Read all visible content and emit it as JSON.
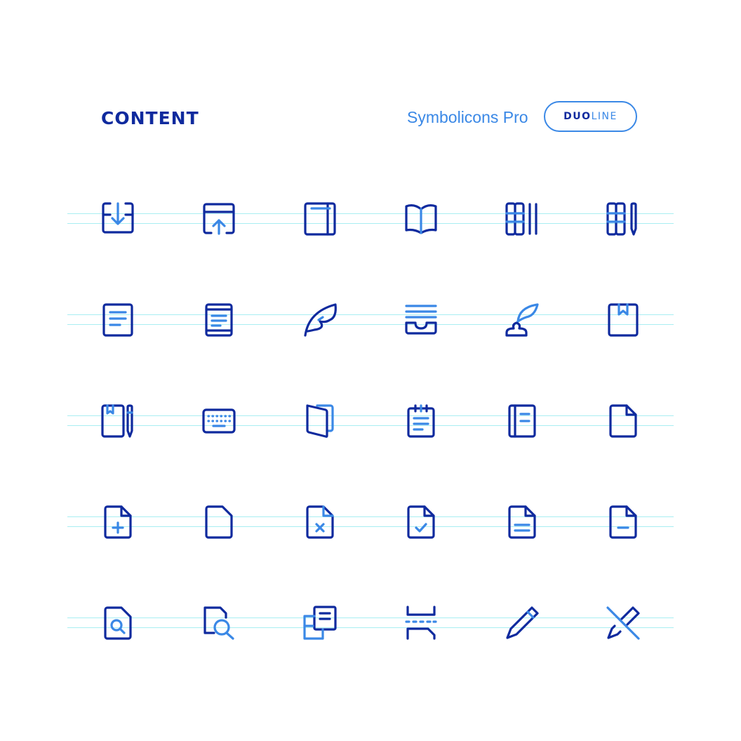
{
  "header": {
    "title": "CONTENT",
    "brand": "Symbolicons Pro",
    "badge_primary": "DUO",
    "badge_secondary": "LINE"
  },
  "colors": {
    "dark": "#0f2a9e",
    "light": "#3a88e6",
    "guide": "#a9eef2",
    "background": "#ffffff"
  },
  "icons": [
    "tray-download-icon",
    "tray-upload-icon",
    "book-icon",
    "open-book-icon",
    "books-shelf-icon",
    "books-pencil-icon",
    "document-text-icon",
    "document-lines-icon",
    "feather-icon",
    "inbox-tray-icon",
    "quill-inkwell-icon",
    "bookmark-book-icon",
    "notebook-pencil-icon",
    "keyboard-icon",
    "door-book-icon",
    "notepad-icon",
    "notebook-icon",
    "file-icon",
    "file-add-icon",
    "file-blank-icon",
    "file-remove-icon",
    "file-check-icon",
    "file-text-icon",
    "file-minus-icon",
    "file-search-icon",
    "file-search-outline-icon",
    "files-copy-icon",
    "cut-text-icon",
    "pencil-icon",
    "pencil-off-icon"
  ]
}
